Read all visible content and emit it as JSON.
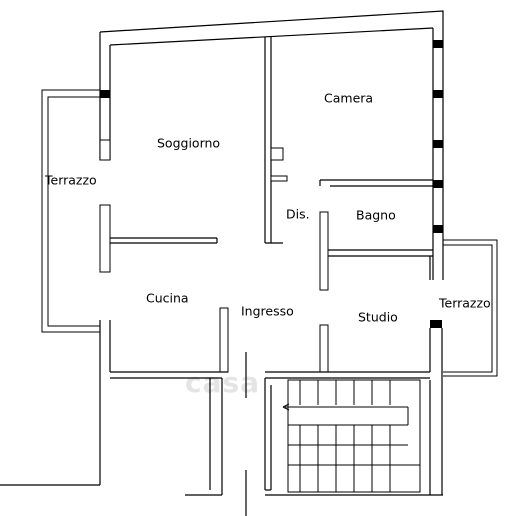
{
  "rooms": {
    "camera": "Camera",
    "soggiorno": "Soggiorno",
    "terrazzo_left": "Terrazzo",
    "dis": "Dis.",
    "bagno": "Bagno",
    "cucina": "Cucina",
    "ingresso": "Ingresso",
    "studio": "Studio",
    "terrazzo_right": "Terrazzo"
  },
  "watermark": "casa"
}
